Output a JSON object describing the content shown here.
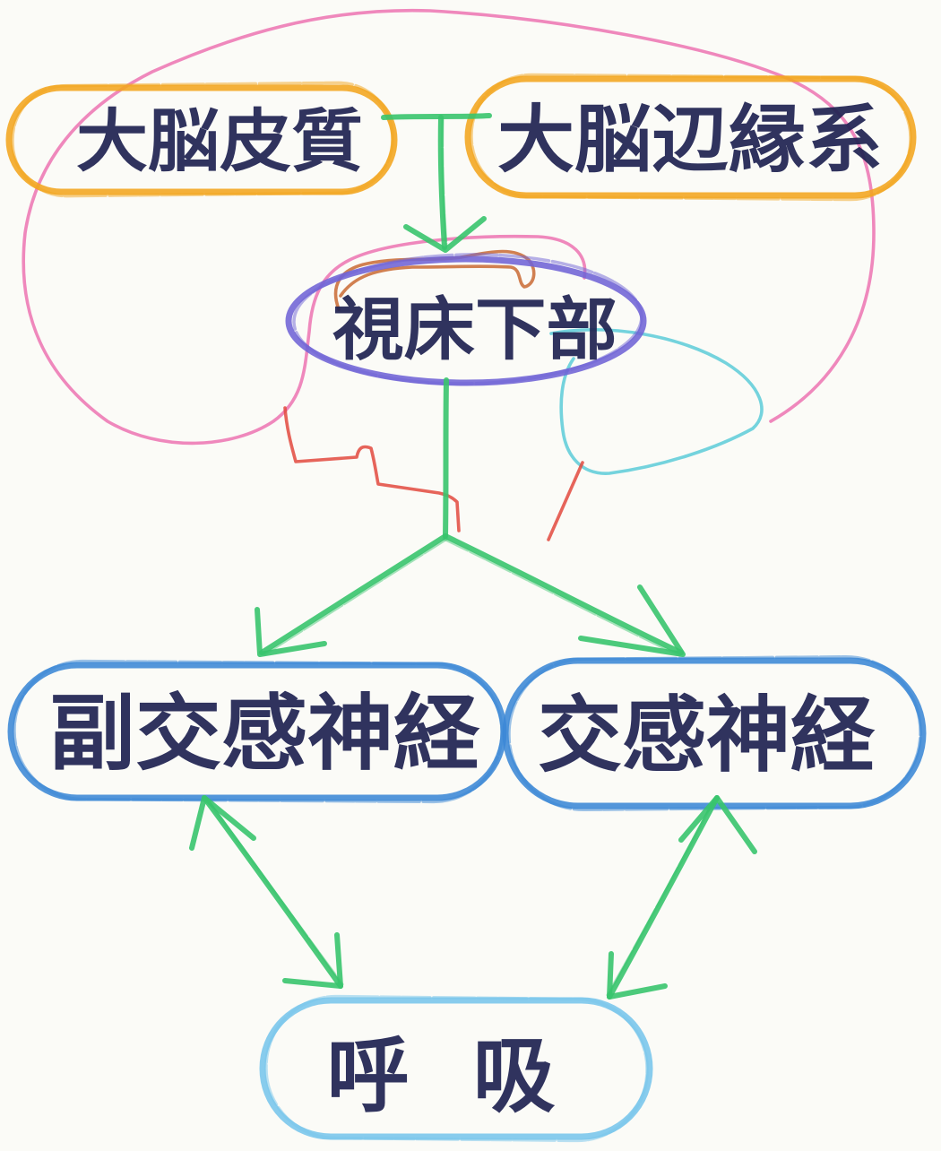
{
  "diagram": {
    "nodes": [
      {
        "label": "大脳皮質",
        "color": "#f2a51f"
      },
      {
        "label": "大脳辺縁系",
        "color": "#f2a51f"
      },
      {
        "label": "視床下部",
        "color": "#7063d6"
      },
      {
        "label": "副交感神経",
        "color": "#3b87d6"
      },
      {
        "label": "交感神経",
        "color": "#3b87d6"
      },
      {
        "label": "呼吸",
        "color": "#78c5ec"
      }
    ],
    "edges": [
      {
        "from": [
          0,
          1
        ],
        "to": [
          2
        ],
        "arrow_start": false,
        "arrow_end": true
      },
      {
        "from": [
          2
        ],
        "to": [
          3,
          4
        ],
        "arrow_start": false,
        "arrow_end": true
      },
      {
        "from": [
          3
        ],
        "to": [
          5
        ],
        "arrow_start": true,
        "arrow_end": true
      },
      {
        "from": [
          4
        ],
        "to": [
          5
        ],
        "arrow_start": true,
        "arrow_end": true
      }
    ],
    "colors": {
      "paper": "#fbfbf7",
      "text": "#1f2352",
      "arrow": "#38c46d",
      "pink_stroke": "#ec73b1",
      "orange_stroke": "#c96a34",
      "cyan_stroke": "#5ccbd8",
      "red_stroke": "#e2493e"
    }
  }
}
